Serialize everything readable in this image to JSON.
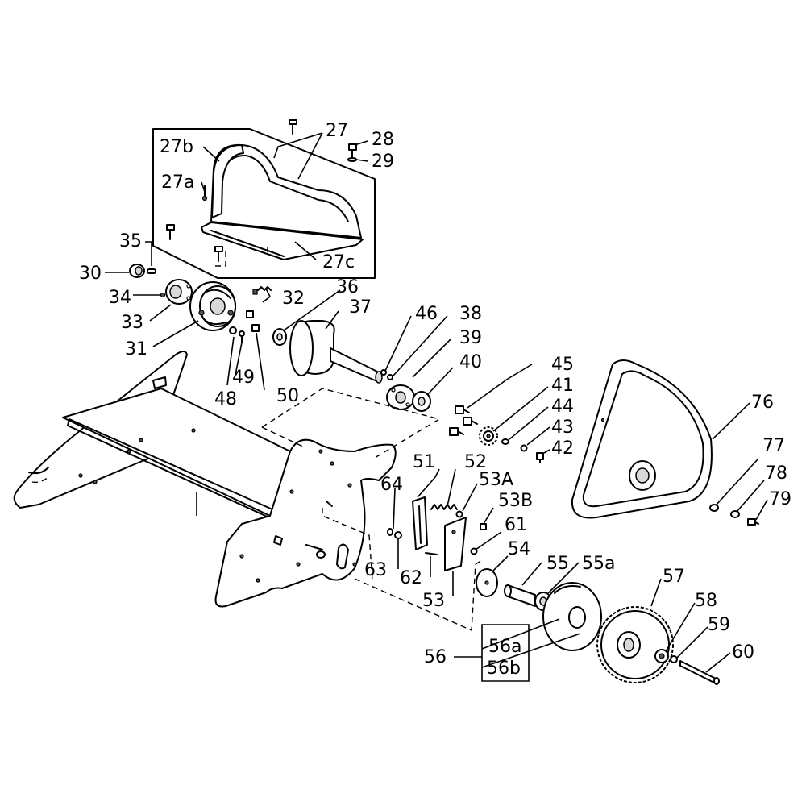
{
  "callouts": {
    "c27": "27",
    "c27b": "27b",
    "c27a": "27a",
    "c27c": "27c",
    "c28": "28",
    "c29": "29",
    "c35": "35",
    "c30": "30",
    "c34": "34",
    "c33": "33",
    "c31": "31",
    "c32": "32",
    "c36": "36",
    "c37": "37",
    "c46": "46",
    "c38": "38",
    "c39": "39",
    "c40": "40",
    "c45": "45",
    "c41": "41",
    "c44": "44",
    "c43": "43",
    "c42": "42",
    "c76": "76",
    "c49": "49",
    "c48": "48",
    "c50": "50",
    "c51": "51",
    "c52": "52",
    "c53A": "53A",
    "c53B": "53B",
    "c64": "64",
    "c61": "61",
    "c54": "54",
    "c55": "55",
    "c55a": "55a",
    "c63": "63",
    "c62": "62",
    "c53": "53",
    "c57": "57",
    "c58": "58",
    "c59": "59",
    "c56a": "56a",
    "c56": "56",
    "c56b": "56b",
    "c60": "60",
    "c77": "77",
    "c78": "78",
    "c79": "79"
  }
}
